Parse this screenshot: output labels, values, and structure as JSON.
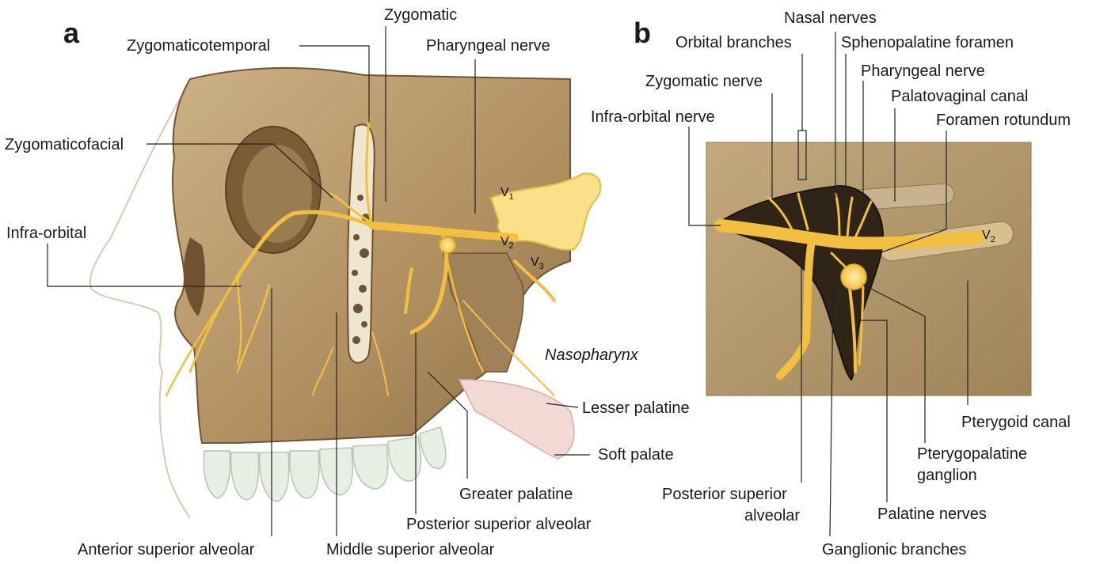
{
  "panel_a": {
    "letter": "a",
    "labels": {
      "zygomatic": "Zygomatic",
      "zygomaticotemporal": "Zygomaticotemporal",
      "pharyngeal_nerve": "Pharyngeal nerve",
      "zygomaticofacial": "Zygomaticofacial",
      "infra_orbital": "Infra-orbital",
      "nasopharynx": "Nasopharynx",
      "lesser_palatine": "Lesser palatine",
      "soft_palate": "Soft palate",
      "greater_palatine": "Greater palatine",
      "posterior_superior_alveolar": "Posterior superior alveolar",
      "anterior_superior_alveolar": "Anterior superior alveolar",
      "middle_superior_alveolar": "Middle superior alveolar"
    },
    "divisions": {
      "v1": "1",
      "v2": "2",
      "v3": "3",
      "letter": "V"
    }
  },
  "panel_b": {
    "letter": "b",
    "labels": {
      "nasal_nerves": "Nasal nerves",
      "orbital_branches": "Orbital branches",
      "sphenopalatine_foramen": "Sphenopalatine foramen",
      "zygomatic_nerve": "Zygomatic nerve",
      "pharyngeal_nerve": "Pharyngeal nerve",
      "palatovaginal_canal": "Palatovaginal canal",
      "infra_orbital_nerve": "Infra-orbital nerve",
      "foramen_rotundum": "Foramen rotundum",
      "pterygoid_canal": "Pterygoid canal",
      "pterygopalatine_ganglion_1": "Pterygopalatine",
      "pterygopalatine_ganglion_2": "ganglion",
      "posterior_superior_alveolar_1": "Posterior superior",
      "posterior_superior_alveolar_2": "alveolar",
      "palatine_nerves": "Palatine nerves",
      "ganglionic_branches": "Ganglionic branches"
    },
    "divisions": {
      "v2": "2",
      "letter": "V"
    }
  },
  "colors": {
    "bone": "#b89b6e",
    "bone_dark": "#8c7048",
    "nerve": "#f5c84a",
    "nerve_light": "#fbe08a",
    "tissue_box": "#b49a70",
    "soft_palate": "#f2d9d4",
    "teeth": "#e9efe6",
    "leader": "#222222"
  }
}
